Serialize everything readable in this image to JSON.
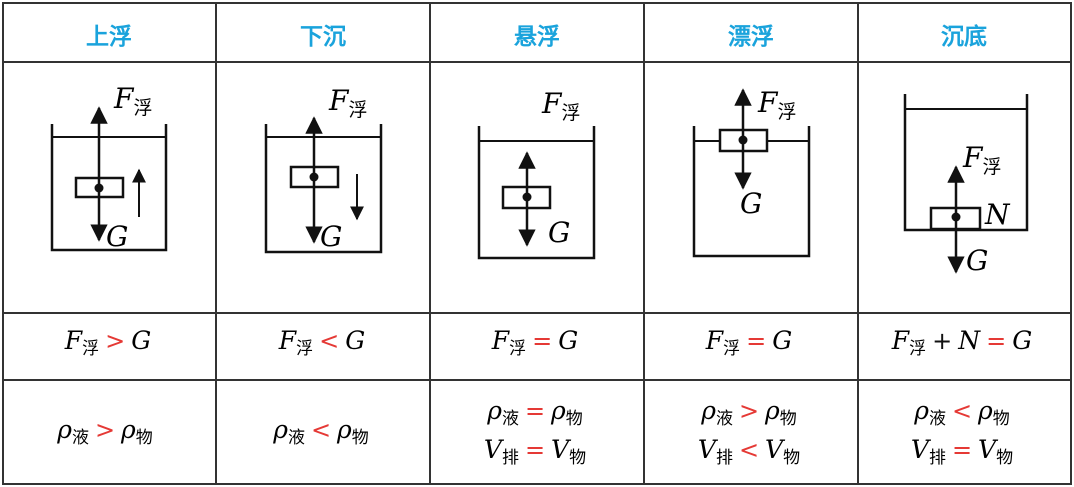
{
  "colors": {
    "header": "#1aa3dc",
    "operator_red": "#e53935",
    "ink": "#111111",
    "grid": "#333333"
  },
  "headers": [
    "上浮",
    "下沉",
    "悬浮",
    "漂浮",
    "沉底"
  ],
  "symbols": {
    "F": "F",
    "G": "G",
    "N": "N",
    "rho": "ρ",
    "V": "V",
    "buoy_sub": "浮",
    "liquid_sub": "液",
    "object_sub": "物",
    "displaced_sub": "排"
  },
  "operators": {
    "gt": ">",
    "lt": "<",
    "eq": "=",
    "plus": "+"
  },
  "force_rows": [
    {
      "op_key": "gt"
    },
    {
      "op_key": "lt"
    },
    {
      "op_key": "eq"
    },
    {
      "op_key": "eq"
    },
    {
      "op_key": "eq",
      "has_normal": true
    }
  ],
  "density_rows": [
    {
      "rho_op": "gt"
    },
    {
      "rho_op": "lt"
    },
    {
      "rho_op": "eq",
      "v_op": "eq"
    },
    {
      "rho_op": "gt",
      "v_op": "lt"
    },
    {
      "rho_op": "lt",
      "v_op": "eq"
    }
  ]
}
